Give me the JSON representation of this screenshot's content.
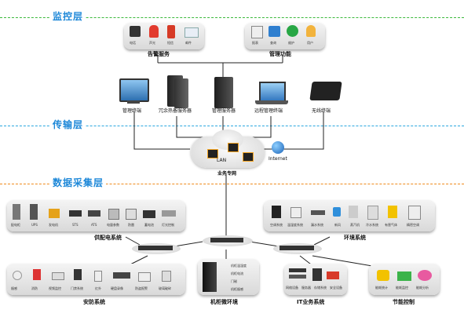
{
  "layers": {
    "monitor": "监控层",
    "transport": "传输层",
    "collect": "数据采集层"
  },
  "colors": {
    "monitor_dash": "#3cb93c",
    "transport_dash": "#2aa7e0",
    "collect_dash": "#ef8a1c",
    "title_blue": "#1e88d8"
  },
  "top": {
    "alarm_label": "告警服务",
    "mgmt_label": "管理功能",
    "alarm_items": [
      "电话",
      "声光",
      "短信",
      "邮件"
    ],
    "mgmt_items": [
      "报表",
      "查询",
      "维护",
      "用户"
    ]
  },
  "servers": [
    "管理终端",
    "冗余热备服务器",
    "管理服务器",
    "远程管理终端",
    "无线终端"
  ],
  "network": {
    "lan": "LAN",
    "net_label": "业务专网",
    "internet": "Internet"
  },
  "platforms": {
    "power": {
      "title": "供配电系统",
      "items": [
        "配电柜",
        "UPS",
        "发电机",
        "STS",
        "ATS",
        "电量参数",
        "防雷",
        "蓄电池",
        "灯光控制"
      ]
    },
    "env": {
      "title": "环境系统",
      "items": [
        "空调系统",
        "温湿度系统",
        "漏水系统",
        "新风",
        "蒸汽机",
        "冷水系统",
        "有害气体",
        "精密空调"
      ]
    },
    "security": {
      "title": "安防系统",
      "items": [
        "烟感",
        "消防",
        "视频监控",
        "门禁系统",
        "红外",
        "硬盘录像",
        "防盗报警",
        "玻璃破碎"
      ]
    },
    "cabinet": {
      "title": "机柜微环境",
      "items": [
        "机柜温湿度",
        "机柜电流",
        "门磁",
        "机柜烟感"
      ]
    },
    "it": {
      "title": "IT业务系统",
      "items": [
        "网络设备",
        "服务器",
        "存储系统",
        "安全设备"
      ]
    },
    "energy": {
      "title": "节能控制",
      "items": [
        "能耗统计",
        "能耗监控",
        "能耗分析"
      ]
    }
  }
}
